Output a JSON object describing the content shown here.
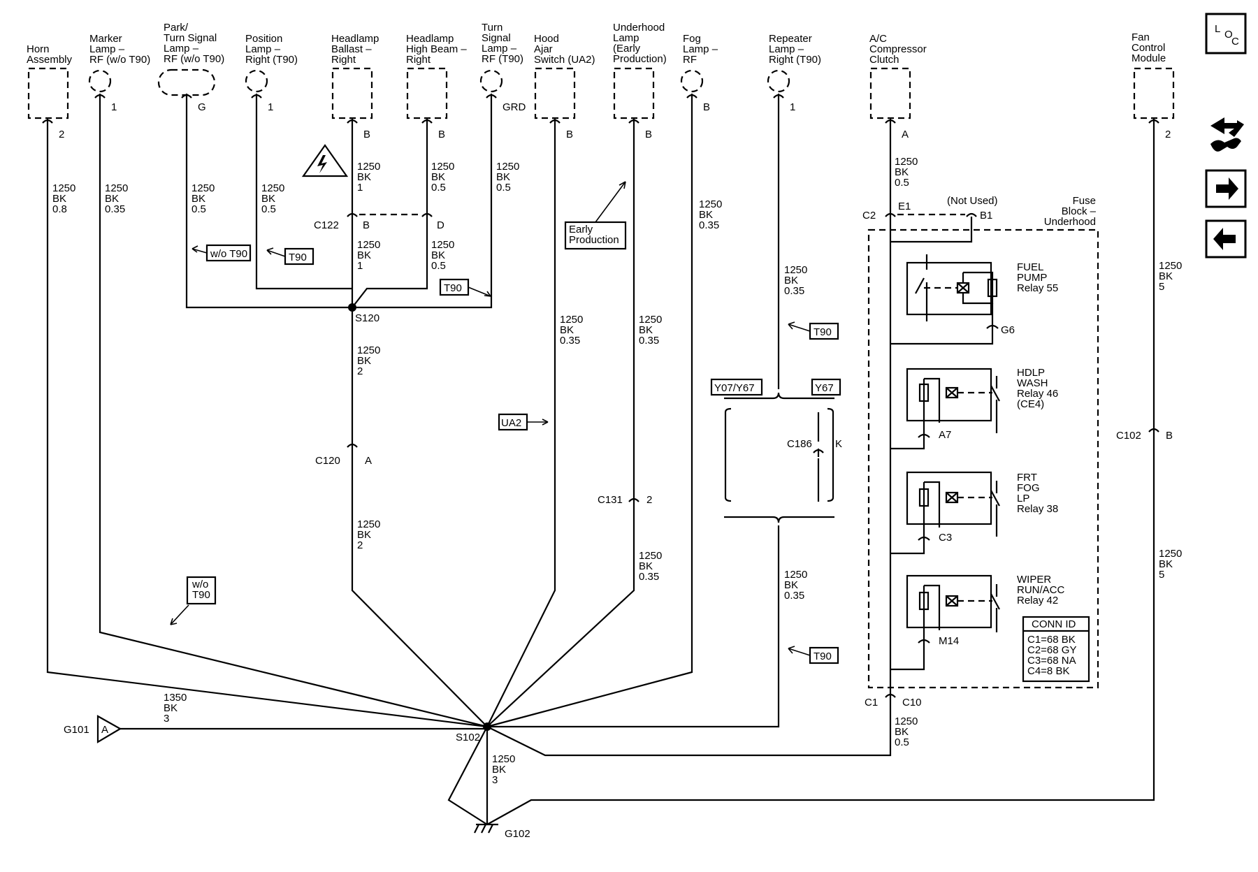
{
  "components": {
    "horn": [
      "Horn",
      "Assembly"
    ],
    "marker": [
      "Marker",
      "Lamp –",
      "RF (w/o T90)"
    ],
    "park": [
      "Park/",
      "Turn Signal",
      "Lamp –",
      "RF (w/o T90)"
    ],
    "position": [
      "Position",
      "Lamp –",
      "Right (T90)"
    ],
    "ballast": [
      "Headlamp",
      "Ballast –",
      "Right"
    ],
    "highbeam": [
      "Headlamp",
      "High Beam –",
      "Right"
    ],
    "turn": [
      "Turn",
      "Signal",
      "Lamp –",
      "RF (T90)"
    ],
    "hood": [
      "Hood",
      "Ajar",
      "Switch (UA2)"
    ],
    "underhood": [
      "Underhood",
      "Lamp",
      "(Early",
      "Production)"
    ],
    "fog": [
      "Fog",
      "Lamp –",
      "RF"
    ],
    "repeater": [
      "Repeater",
      "Lamp –",
      "Right (T90)"
    ],
    "ac": [
      "A/C",
      "Compressor",
      "Clutch"
    ],
    "fan": [
      "Fan",
      "Control",
      "Module"
    ]
  },
  "pins": {
    "horn": "2",
    "marker": "1",
    "park": "G",
    "position": "1",
    "ballast": "B",
    "highbeam": "B",
    "turn": "GRD",
    "hood": "B",
    "underhood": "B",
    "fog": "B",
    "repeater": "1",
    "ac": "A",
    "fan": "2"
  },
  "wires": {
    "horn": [
      "1250",
      "BK",
      "0.8"
    ],
    "marker": [
      "1250",
      "BK",
      "0.35"
    ],
    "park": [
      "1250",
      "BK",
      "0.5"
    ],
    "position": [
      "1250",
      "BK",
      "0.5"
    ],
    "ballast_top": [
      "1250",
      "BK",
      "1"
    ],
    "highbeam_top": [
      "1250",
      "BK",
      "0.5"
    ],
    "turn": [
      "1250",
      "BK",
      "0.5"
    ],
    "ballast_bottom": [
      "1250",
      "BK",
      "1"
    ],
    "highbeam_bottom": [
      "1250",
      "BK",
      "0.5"
    ],
    "s120_down": [
      "1250",
      "BK",
      "2"
    ],
    "c120_down": [
      "1250",
      "BK",
      "2"
    ],
    "hood": [
      "1250",
      "BK",
      "0.35"
    ],
    "underhood_top": [
      "1250",
      "BK",
      "0.35"
    ],
    "underhood_bottom": [
      "1250",
      "BK",
      "0.35"
    ],
    "fog": [
      "1250",
      "BK",
      "0.35"
    ],
    "repeater_top": [
      "1250",
      "BK",
      "0.35"
    ],
    "repeater_bottom": [
      "1250",
      "BK",
      "0.35"
    ],
    "ac": [
      "1250",
      "BK",
      "0.5"
    ],
    "fuse_out": [
      "1250",
      "BK",
      "0.5"
    ],
    "fan_top": [
      "1250",
      "BK",
      "5"
    ],
    "fan_bottom": [
      "1250",
      "BK",
      "5"
    ],
    "g101": [
      "1350",
      "BK",
      "3"
    ],
    "g102": [
      "1250",
      "BK",
      "3"
    ]
  },
  "connectors": {
    "c122": "C122",
    "c122_b": "B",
    "c122_d": "D",
    "c120": "C120",
    "c120_pin": "A",
    "c131": "C131",
    "c131_pin": "2",
    "c186": "C186",
    "c186_pin": "K",
    "c102": "C102",
    "c102_pin": "B",
    "c2": "C2",
    "e1": "E1",
    "b1": "B1",
    "not_used": "(Not Used)",
    "c1": "C1",
    "c10": "C10"
  },
  "splices": {
    "s120": "S120",
    "s102": "S102"
  },
  "grounds": {
    "g101": "G101",
    "g101_tag": "A",
    "g102": "G102"
  },
  "options": {
    "wo_t90_1": "w/o T90",
    "t90_1": "T90",
    "t90_2": "T90",
    "ua2": "UA2",
    "t90_3": "T90",
    "t90_4": "T90",
    "y07": "Y07/Y67",
    "y67": "Y67",
    "early": [
      "Early",
      "Production"
    ],
    "wo_t90_2": [
      "w/o",
      "T90"
    ]
  },
  "fuse_block": {
    "title": [
      "Fuse",
      "Block –",
      "Underhood"
    ],
    "relays": [
      {
        "name": [
          "FUEL",
          "PUMP",
          "Relay 55"
        ],
        "pin": "G6"
      },
      {
        "name": [
          "HDLP",
          "WASH",
          "Relay 46",
          "(CE4)"
        ],
        "pin": "A7"
      },
      {
        "name": [
          "FRT",
          "FOG",
          "LP",
          "Relay 38"
        ],
        "pin": "C3"
      },
      {
        "name": [
          "WIPER",
          "RUN/ACC",
          "Relay 42"
        ],
        "pin": "M14"
      }
    ],
    "conn_id": {
      "title": "CONN ID",
      "rows": [
        "C1=68 BK",
        "C2=68 GY",
        "C3=68 NA",
        "C4=8 BK"
      ]
    }
  },
  "nav": {
    "loc": {
      "l": "L",
      "o": "O",
      "c": "C"
    },
    "icons": [
      "harness-icon",
      "next-arrow-icon",
      "previous-arrow-icon"
    ]
  }
}
